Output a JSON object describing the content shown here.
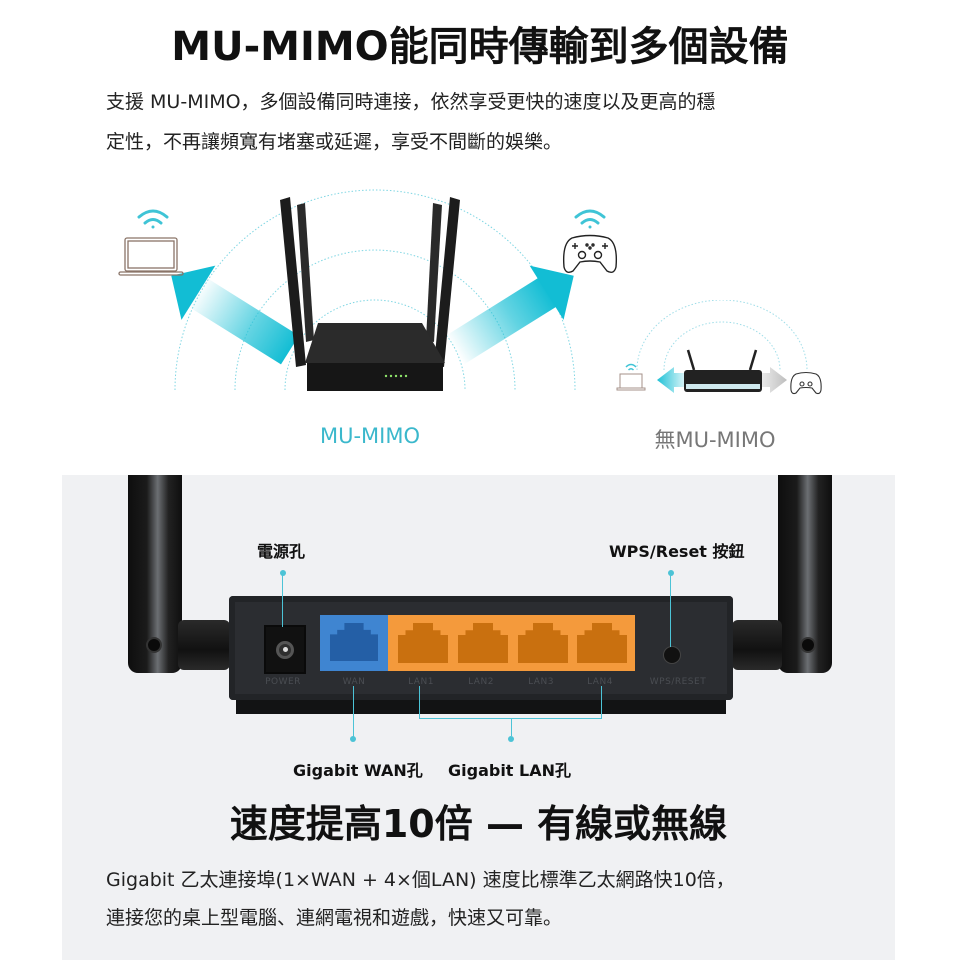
{
  "section1": {
    "title": "MU-MIMO能同時傳輸到多個設備",
    "description_line1": "支援 MU-MIMO，多個設備同時連接，依然享受更快的速度以及更高的穩",
    "description_line2": "定性，不再讓頻寬有堵塞或延遲，享受不間斷的娛樂。",
    "diagram": {
      "with_label": "MU-MIMO",
      "without_label": "無MU-MIMO",
      "devices": [
        "laptop-icon",
        "gamepad-icon"
      ],
      "wifi_icon": "wifi-icon",
      "colors": {
        "accent": "#1fc1d6",
        "label_with": "#3bb8cc",
        "label_without": "#777777"
      }
    }
  },
  "section2": {
    "callouts": {
      "power": "電源孔",
      "wps": "WPS/Reset 按鈕",
      "wan": "Gigabit WAN孔",
      "lan": "Gigabit LAN孔"
    },
    "ports": {
      "power": "POWER",
      "wan": "WAN",
      "lan1": "LAN1",
      "lan2": "LAN2",
      "lan3": "LAN3",
      "lan4": "LAN4",
      "wps": "WPS/RESET"
    },
    "colors": {
      "wan": "#3f85d1",
      "lan": "#f49a3c",
      "panel_bg": "#f0f1f3",
      "callout_line": "#4cc3d6"
    },
    "title": "速度提高10倍 — 有線或無線",
    "description_line1": "Gigabit 乙太連接埠(1×WAN + 4×個LAN) 速度比標準乙太網路快10倍，",
    "description_line2": "連接您的桌上型電腦、連網電視和遊戲，快速又可靠。"
  }
}
